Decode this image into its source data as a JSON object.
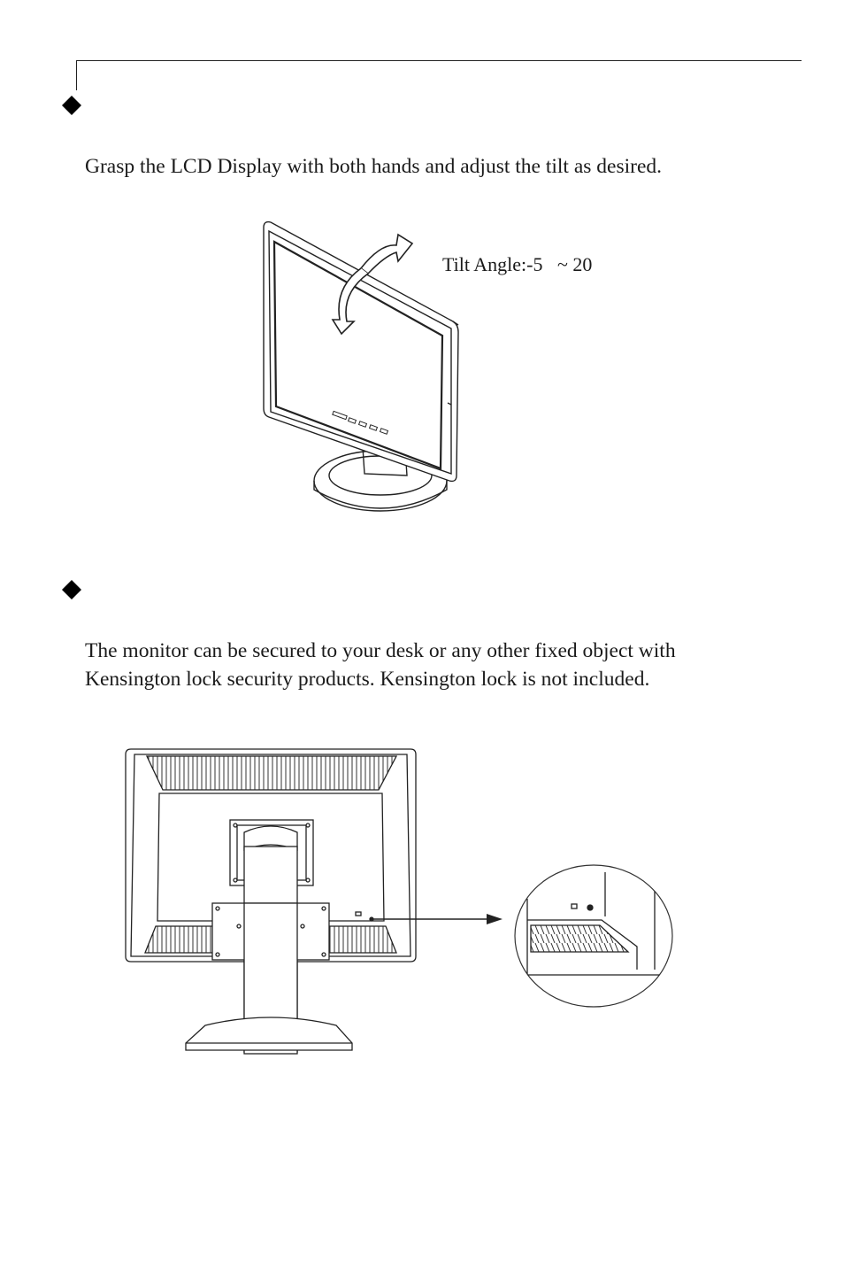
{
  "sections": [
    {
      "paragraph": "Grasp the LCD Display with both hands and adjust the tilt as desired."
    },
    {
      "paragraph_lines": [
        "The monitor can be secured to your desk or any other fixed object with",
        "Kensington lock security products. Kensington lock is not included."
      ]
    }
  ],
  "figure_tilt": {
    "label": "Tilt Angle:-5   ~ 20"
  },
  "icons": {
    "bullet": "diamond-bullet-icon",
    "tilt_arrows": "curved-double-arrow-icon",
    "pointer": "arrow-right-icon"
  }
}
